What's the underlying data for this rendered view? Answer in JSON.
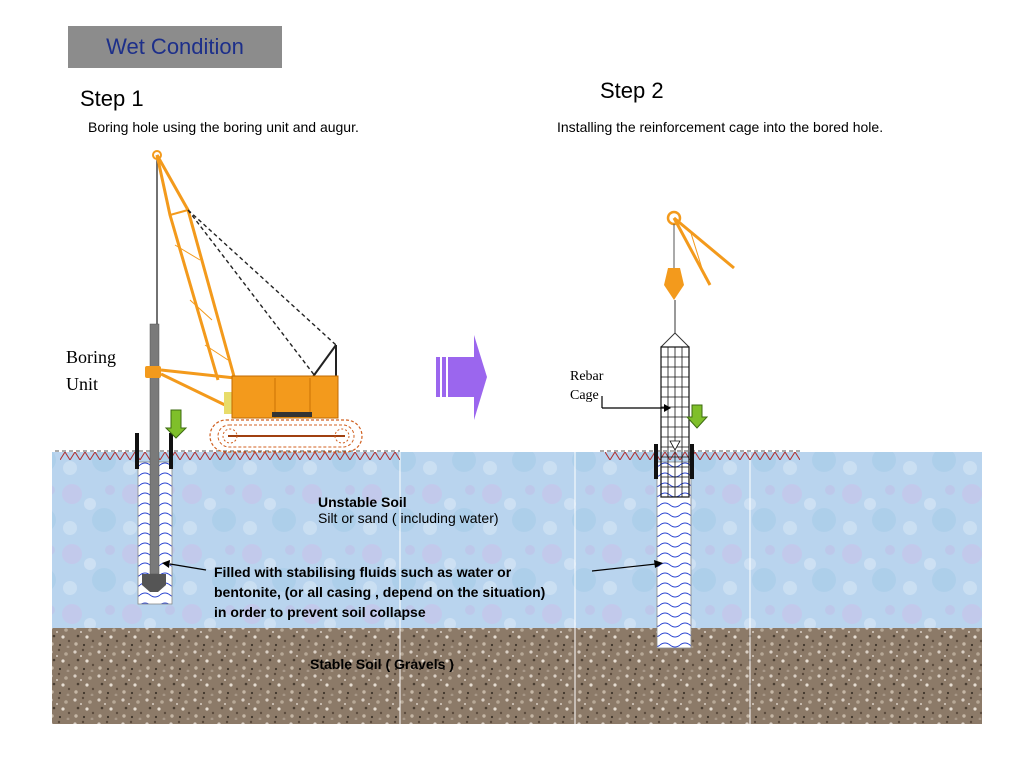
{
  "title": "Wet Condition",
  "step1": {
    "heading": "Step 1",
    "caption": "Boring hole using the boring unit and augur.",
    "equipment_label_line1": "Boring",
    "equipment_label_line2": "Unit"
  },
  "step2": {
    "heading": "Step 2",
    "caption": "Installing the reinforcement cage into the bored hole.",
    "cage_label_line1": "Rebar",
    "cage_label_line2": "Cage"
  },
  "unstable_soil": {
    "title": "Unstable Soil",
    "subtitle": "Silt or sand ( including  water)"
  },
  "fluid_note": {
    "line1": "Filled with stabilising fluids such as water or",
    "line2": "bentonite, (or all casing , depend on the situation)",
    "line3": "in order to prevent soil collapse"
  },
  "stable_soil": {
    "title": "Stable Soil ( Gravels )"
  },
  "colors": {
    "title_box": "#8c8c8c",
    "title_text": "#1d2f8a",
    "crane_orange": "#f39a1c",
    "arrow_purple": "#9b66ee",
    "down_arrow_green": "#7fbf2a",
    "water_soil": "#b9d4ee",
    "gravel": "#8c7a68"
  }
}
